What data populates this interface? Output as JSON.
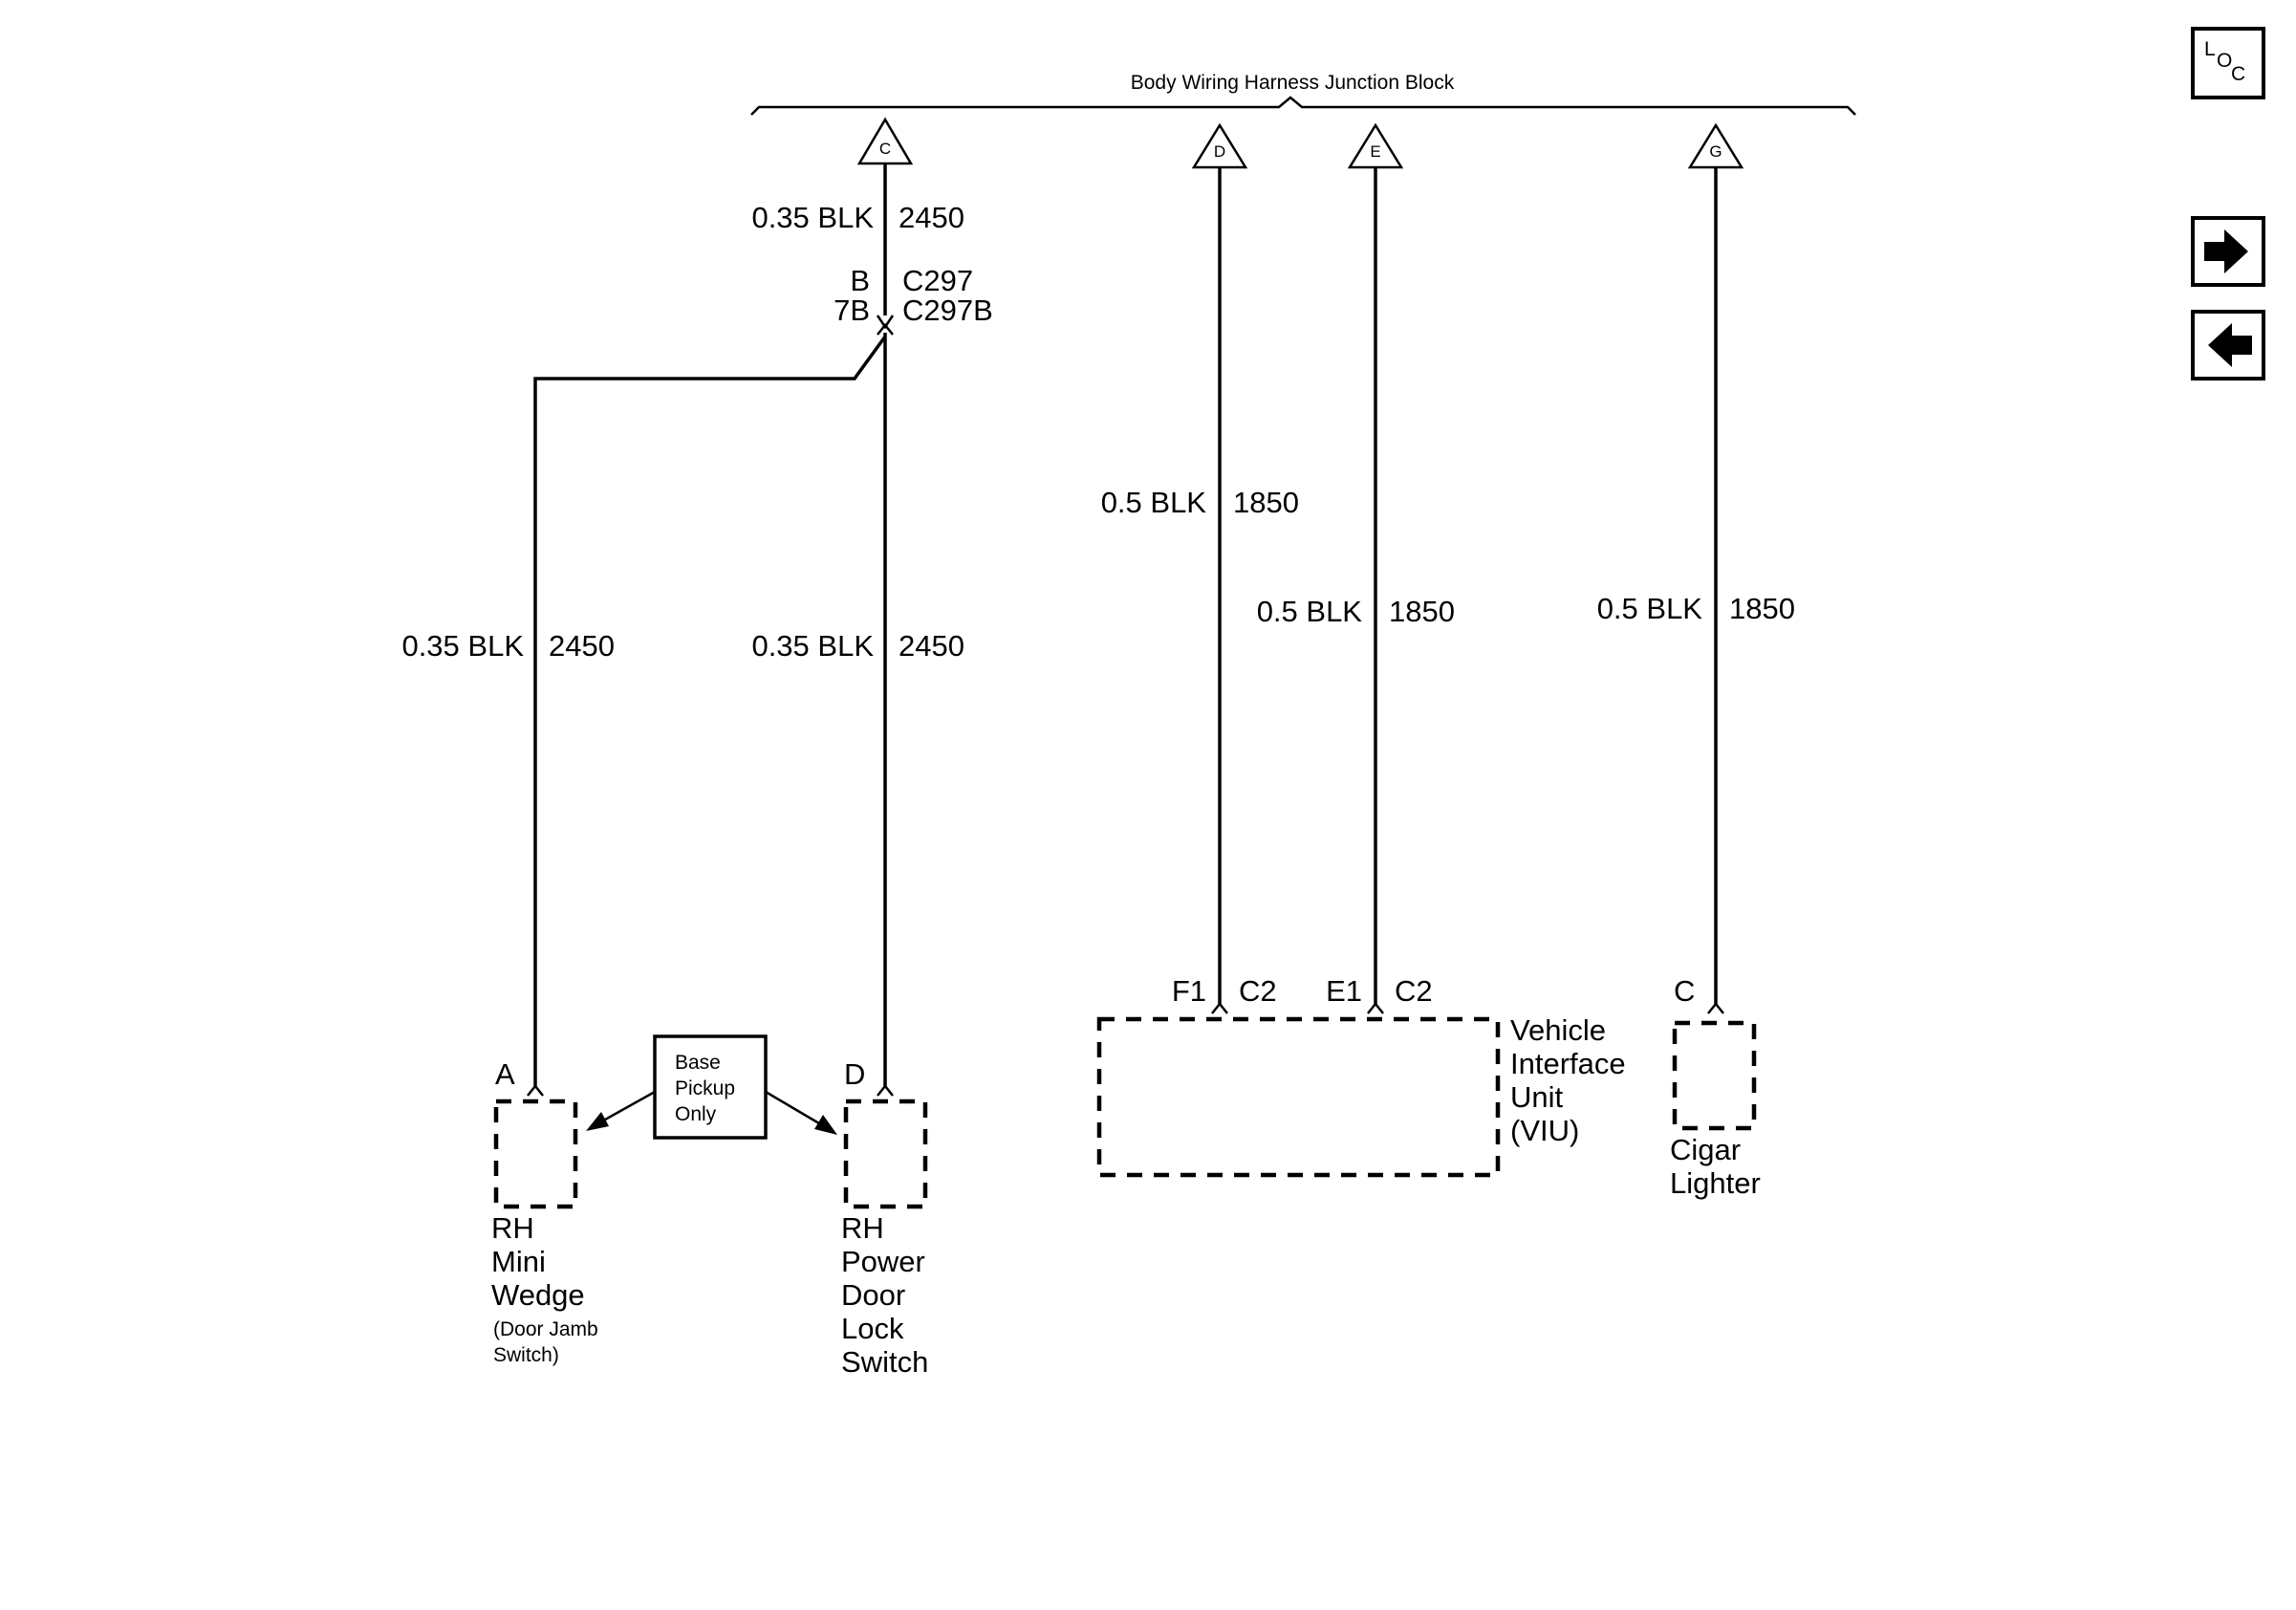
{
  "header": {
    "title": "Body Wiring Harness Junction Block"
  },
  "terminals": {
    "c": "C",
    "d": "D",
    "e": "E",
    "g": "G"
  },
  "nav": {
    "loc": {
      "l": "L",
      "o": "O",
      "c": "C",
      "icon": "loc-icon"
    },
    "next": {
      "icon": "arrow-right-icon"
    },
    "prev": {
      "icon": "arrow-left-icon"
    }
  },
  "circuits": {
    "c_top": {
      "gauge": "0.35 BLK",
      "number": "2450"
    },
    "connector_c297": {
      "pin": "B",
      "name": "C297"
    },
    "connector_c297b": {
      "pin": "7B",
      "name": "C297B"
    },
    "left_branch": {
      "gauge": "0.35 BLK",
      "number": "2450"
    },
    "right_branch": {
      "gauge": "0.35 BLK",
      "number": "2450"
    },
    "d_wire": {
      "gauge": "0.5 BLK",
      "number": "1850"
    },
    "e_wire": {
      "gauge": "0.5 BLK",
      "number": "1850"
    },
    "g_wire": {
      "gauge": "0.5 BLK",
      "number": "1850"
    }
  },
  "components": {
    "mini_wedge": {
      "pin": "A",
      "name_lines": [
        "RH",
        "Mini",
        "Wedge"
      ],
      "note_lines": [
        "(Door Jamb",
        "Switch)"
      ]
    },
    "door_lock_switch": {
      "pin": "D",
      "name_lines": [
        "RH",
        "Power",
        "Door",
        "Lock",
        "Switch"
      ]
    },
    "base_pickup": {
      "lines": [
        "Base",
        "Pickup",
        "Only"
      ]
    },
    "viu": {
      "pin_f": "F1",
      "conn_f": "C2",
      "pin_e": "E1",
      "conn_e": "C2",
      "name_lines": [
        "Vehicle",
        "Interface",
        "Unit",
        "(VIU)"
      ]
    },
    "cigar_lighter": {
      "pin": "C",
      "name_lines": [
        "Cigar",
        "Lighter"
      ]
    }
  }
}
